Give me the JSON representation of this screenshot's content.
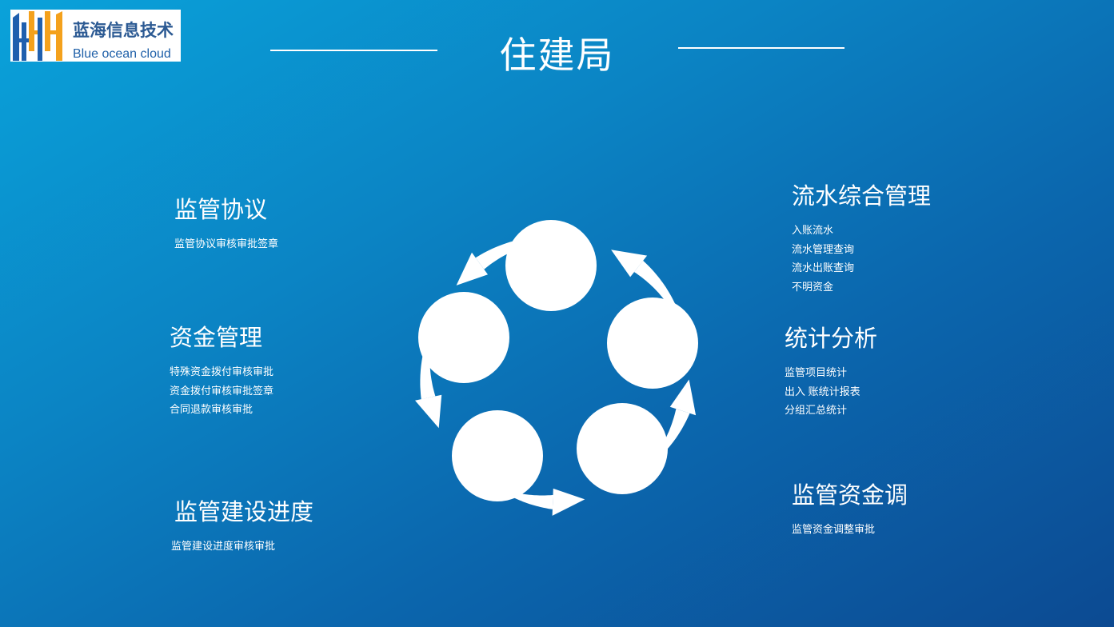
{
  "logo": {
    "cn": "蓝海信息技术",
    "en": "Blue ocean cloud"
  },
  "title": "住建局",
  "sections": [
    {
      "heading": "监管协议",
      "items": [
        "监管协议审核审批签章"
      ]
    },
    {
      "heading": "资金管理",
      "items": [
        "特殊资金拨付审核审批",
        "资金拨付审核审批签章",
        "合同退款审核审批"
      ]
    },
    {
      "heading": "监管建设进度",
      "items": [
        "监管建设进度审核审批"
      ]
    },
    {
      "heading": "流水综合管理",
      "items": [
        "入账流水",
        "流水管理查询",
        "流水出账查询",
        "不明资金"
      ]
    },
    {
      "heading": "统计分析",
      "items": [
        "监管项目统计",
        "出入 账统计报表",
        "分组汇总统计"
      ]
    },
    {
      "heading": "监管资金调",
      "items": [
        "监管资金调整审批"
      ]
    }
  ],
  "diagram": {
    "type": "cycle",
    "node_count": 5,
    "direction": "counterclockwise"
  },
  "colors": {
    "background_top_left": "#0aa2da",
    "background_bottom_right": "#0c4a92",
    "logo_blue": "#1f5fae",
    "logo_orange": "#f4a11c",
    "text": "#ffffff"
  }
}
